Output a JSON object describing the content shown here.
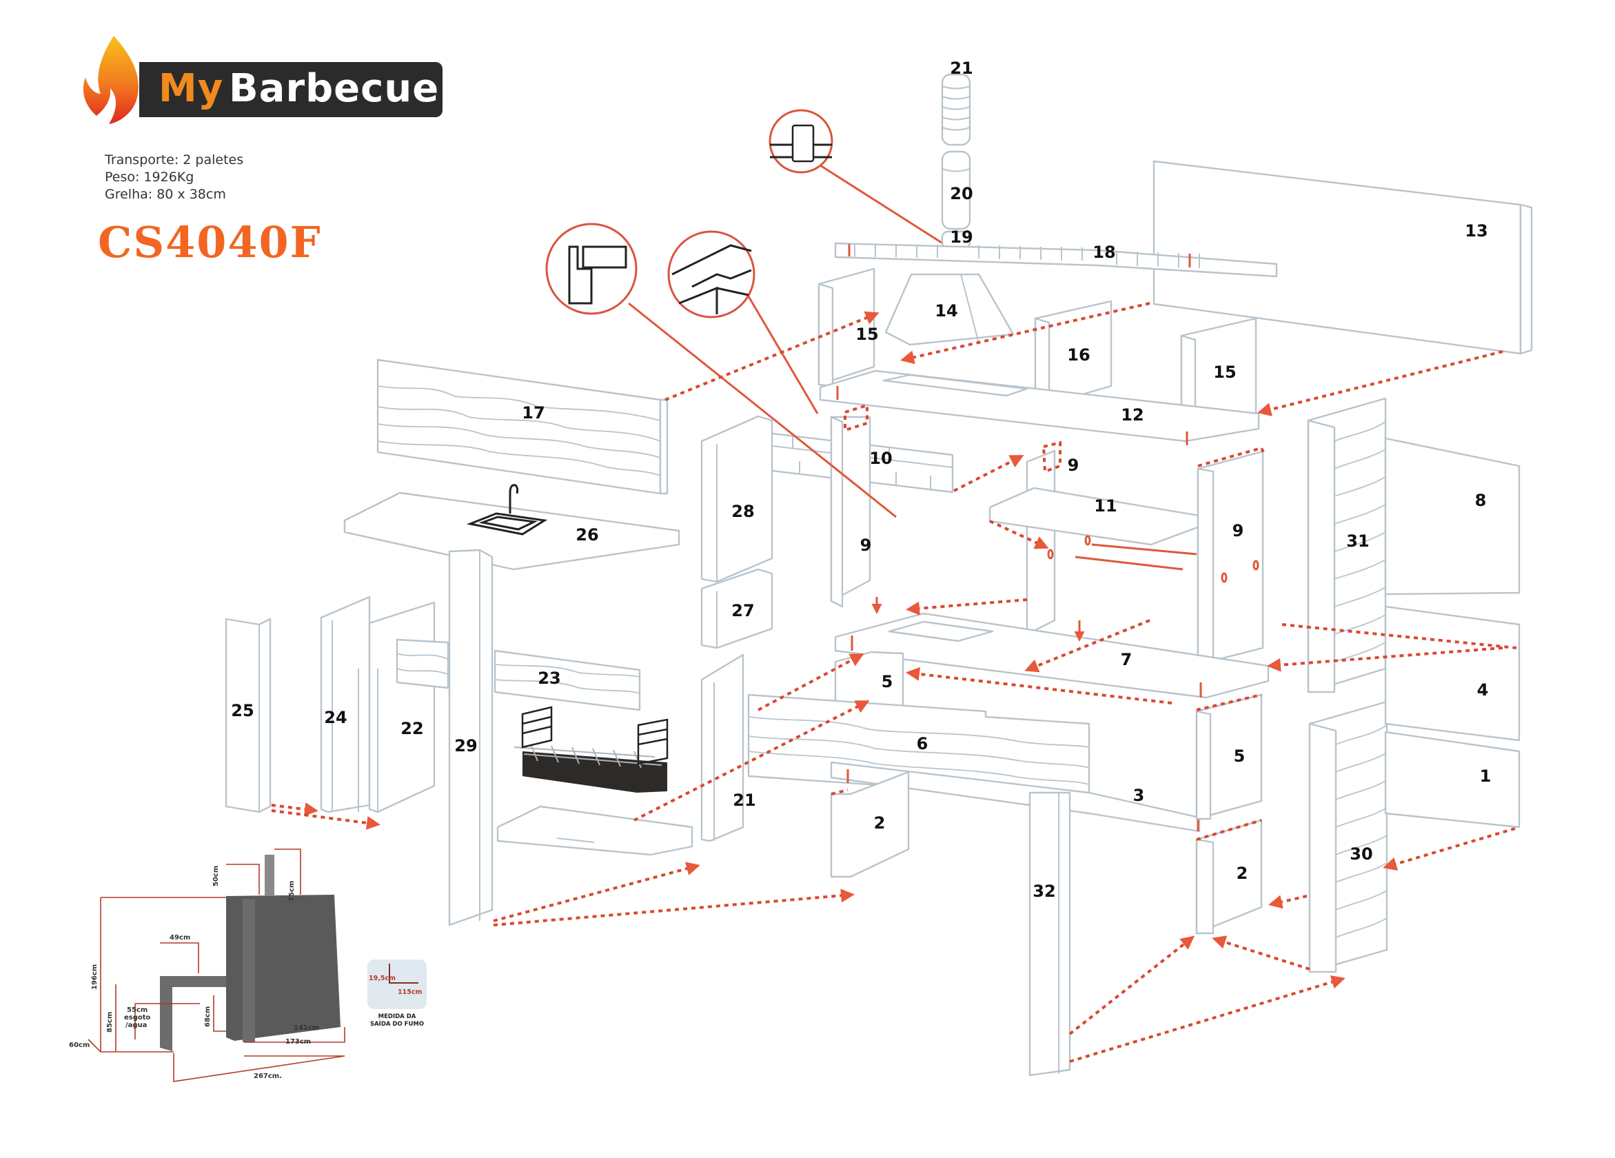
{
  "brand": {
    "name_part1": "My",
    "name_part2": "Barbecue",
    "colors": {
      "orange": "#f28a1e",
      "dark_bar": "#2b2b2b",
      "model_orange": "#f26522",
      "assembly_red": "#e0573b",
      "part_outline": "#b8c4cc"
    }
  },
  "specs": {
    "transport": "Transporte: 2 paletes",
    "weight": "Peso: 1926Kg",
    "grill": "Grelha: 80 x 38cm"
  },
  "model": "CS4040F",
  "parts": {
    "p1": "1",
    "p2a": "2",
    "p2b": "2",
    "p3": "3",
    "p4": "4",
    "p5a": "5",
    "p5b": "5",
    "p6": "6",
    "p7": "7",
    "p8": "8",
    "p9a": "9",
    "p9b": "9",
    "p9c": "9",
    "p10": "10",
    "p11": "11",
    "p12": "12",
    "p13": "13",
    "p14": "14",
    "p15a": "15",
    "p15b": "15",
    "p16": "16",
    "p17": "17",
    "p18": "18",
    "p19": "19",
    "p20": "20",
    "p21a": "21",
    "p21b": "21",
    "p22": "22",
    "p23": "23",
    "p24": "24",
    "p25": "25",
    "p26": "26",
    "p27": "27",
    "p28": "28",
    "p29": "29",
    "p30": "30",
    "p31": "31",
    "p32": "32"
  },
  "dimensions": {
    "chimney_top": "75cm",
    "chimney_base": "50cm",
    "total_height": "196cm",
    "counter_height": "85cm",
    "sink_drain": "55cm",
    "drain_label1": "esgoto",
    "drain_label2": "/agua",
    "sink_width": "49cm",
    "under_counter": "68cm",
    "depth": "60cm",
    "inner_width": "141cm",
    "bbq_width": "173cm",
    "total_width": "267cm."
  },
  "smoke_outlet": {
    "height": "19,5cm",
    "width": "115cm",
    "caption_line1": "MEDIDA DA",
    "caption_line2": "SAÍDA DO FUMO"
  }
}
